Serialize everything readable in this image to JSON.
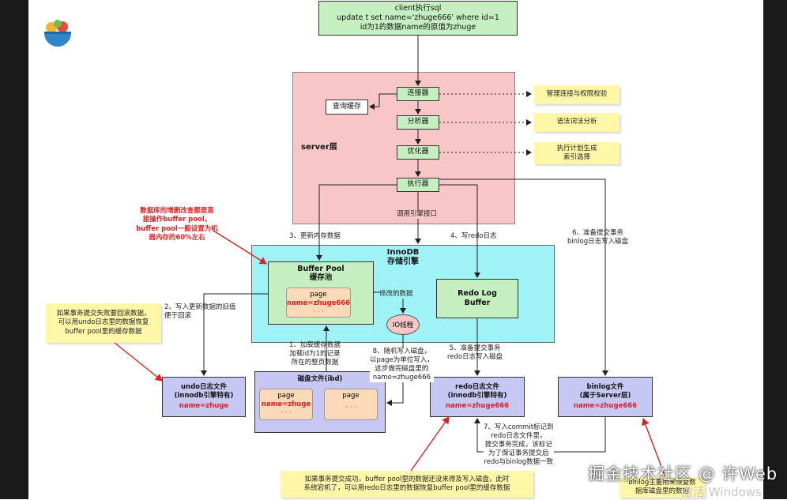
{
  "client": {
    "l1": "client执行sql",
    "l2": "update t set name='zhuge666' where id=1",
    "l3": "id为1的数据name的原值为zhuge"
  },
  "server": {
    "label": "server层",
    "connector": "连接器",
    "query_cache": "查询缓存",
    "parser": "分析器",
    "optimizer": "优化器",
    "executor": "执行器"
  },
  "side_notes": {
    "conn": "管理连接与权限校验",
    "parser": "语法词法分析",
    "opt_l1": "执行计划生成",
    "opt_l2": "索引选择"
  },
  "engine_call": "调用引擎接口",
  "steps": {
    "s3": "3、更新内存数据",
    "s4": "4、写redo日志",
    "s6_l1": "6、准备提交事务",
    "s6_l2": "binlog日志写入磁盘",
    "s2_l1": "2、写入更新数据的旧值",
    "s2_l2": "便于回滚",
    "s1_l1": "1、加载缓存数据",
    "s1_l2": "加载id为1的记录",
    "s1_l3": "所在的整页数据",
    "s8_l1": "8、随机写入磁盘，",
    "s8_l2": "以page为单位写入，",
    "s8_l3": "这步做完磁盘里的",
    "s8_l4": "name=zhuge666",
    "s5_l1": "5、准备提交事务",
    "s5_l2": "redo日志写入磁盘",
    "s7_l1": "7、写入commit标记到",
    "s7_l2": "redo日志文件里，",
    "s7_l3": "提交事务完成，该标记",
    "s7_l4": "为了保证事务提交后",
    "s7_l5": "redo与binlog数据一致",
    "modified": "修改的数据"
  },
  "innodb": {
    "l1": "InnoDB",
    "l2": "存储引擎"
  },
  "buffer_pool": {
    "l1": "Buffer Pool",
    "l2": "缓存池",
    "page": "page",
    "value": "name=zhuge666",
    "dots": "· · ·"
  },
  "redo_buffer": {
    "l1": "Redo Log",
    "l2": "Buffer"
  },
  "io_thread": "IO线程",
  "red_note": {
    "l1": "数据库的增删改查都是直",
    "l2": "接操作buffer pool，",
    "l3": "buffer pool一般设置为机",
    "l4": "器内存的60%左右"
  },
  "undo_note": {
    "l1": "如果事务提交失败要回滚数据，",
    "l2": "可以用undo日志里的数据恢复",
    "l3": "buffer pool里的缓存数据"
  },
  "undo_file": {
    "l1": "undo日志文件",
    "l2": "(innodb引擎特有)",
    "value": "name=zhuge"
  },
  "disk_file": {
    "title": "磁盘文件(ibd)",
    "page1": "page",
    "page1_value": "name=zhuge",
    "page2": "page",
    "dots": "· · ·"
  },
  "redo_file": {
    "l1": "redo日志文件",
    "l2": "(innodb引擎特有)",
    "value": "name=zhuge666"
  },
  "binlog_file": {
    "l1": "binlog文件",
    "l2": "(属于Server层)",
    "value": "name=zhuge666"
  },
  "bottom_note": {
    "l1": "如果事务提交成功，buffer pool里的数据还没来得及写入磁盘，此时",
    "l2": "系统宕机了，可以用redo日志里的数据恢复buffer pool里的缓存数据"
  },
  "binlog_note": {
    "l1": "binlog主要用来恢复数",
    "l2": "据库磁盘里的数据"
  },
  "watermark": "掘金技术社区 @ 许Web",
  "win_watermark": "激活 Windows",
  "colors": {
    "green": "#c6efc1",
    "pink": "#f8c6c6",
    "cyan": "#9ff3f6",
    "purple": "#c7c7f3",
    "note": "#fff7a8",
    "red": "#e02020"
  }
}
